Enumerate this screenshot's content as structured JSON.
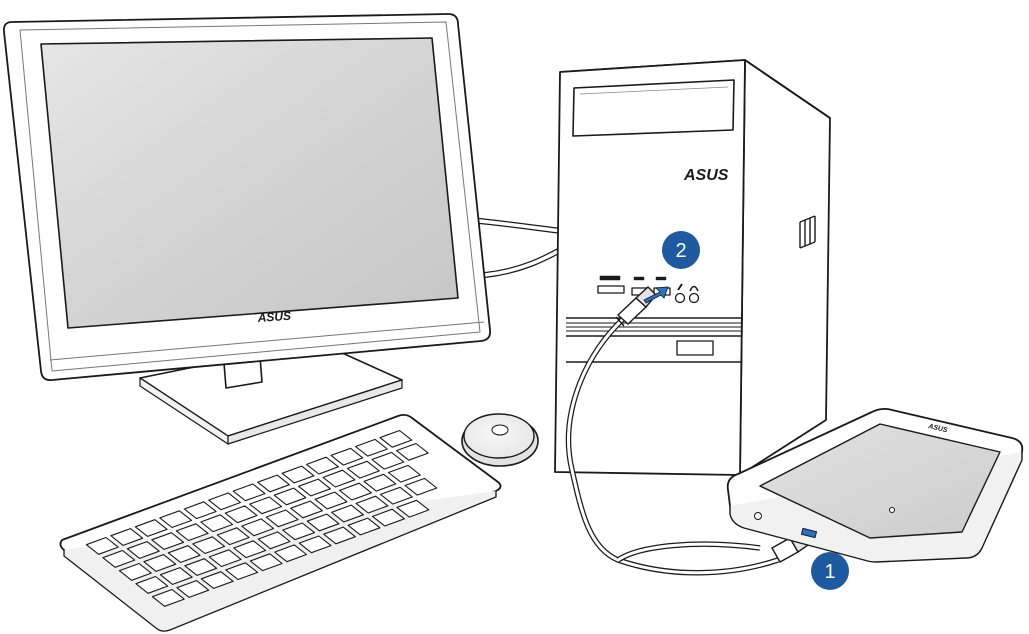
{
  "brand": {
    "monitor_logo": "ASUS",
    "tower_logo": "ASUS",
    "tablet_logo": "ASUS"
  },
  "steps": [
    {
      "number": "1",
      "target": "tablet-usb-port"
    },
    {
      "number": "2",
      "target": "tower-usb-port"
    }
  ],
  "colors": {
    "badge": "#1e5aa0",
    "port_highlight": "#2a72c8",
    "outline": "#1a1a1a",
    "screen": "#d4d4d4"
  }
}
